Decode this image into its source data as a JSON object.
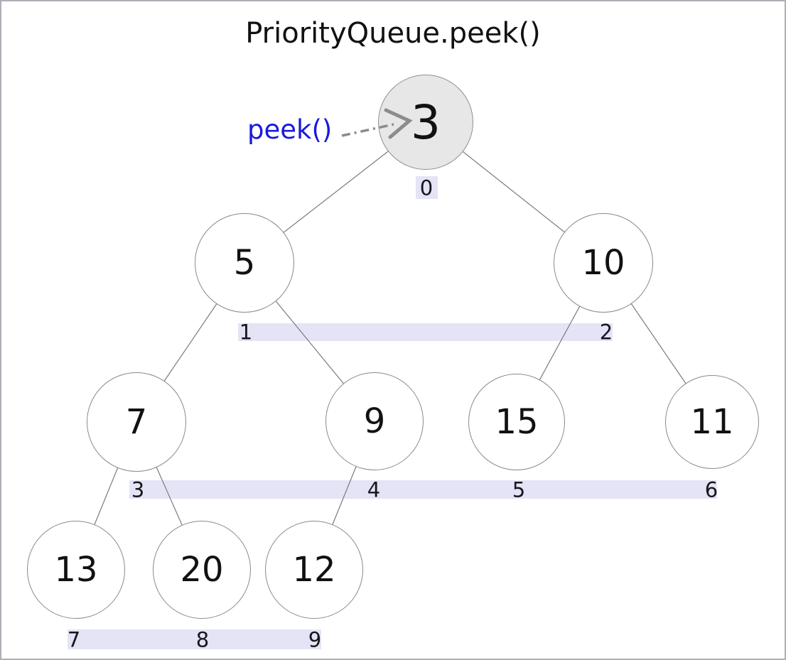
{
  "title": "PriorityQueue.peek()",
  "annotation": {
    "label": "peek()",
    "target_value": "3"
  },
  "heap": {
    "nodes": [
      {
        "value": "3",
        "index": "0",
        "highlighted": true
      },
      {
        "value": "5",
        "index": "1",
        "highlighted": false
      },
      {
        "value": "10",
        "index": "2",
        "highlighted": false
      },
      {
        "value": "7",
        "index": "3",
        "highlighted": false
      },
      {
        "value": "9",
        "index": "4",
        "highlighted": false
      },
      {
        "value": "15",
        "index": "5",
        "highlighted": false
      },
      {
        "value": "11",
        "index": "6",
        "highlighted": false
      },
      {
        "value": "13",
        "index": "7",
        "highlighted": false
      },
      {
        "value": "20",
        "index": "8",
        "highlighted": false
      },
      {
        "value": "12",
        "index": "9",
        "highlighted": false
      }
    ],
    "edges": [
      [
        0,
        1
      ],
      [
        0,
        2
      ],
      [
        1,
        3
      ],
      [
        1,
        4
      ],
      [
        2,
        5
      ],
      [
        2,
        6
      ],
      [
        3,
        7
      ],
      [
        3,
        8
      ],
      [
        4,
        9
      ]
    ]
  },
  "colors": {
    "annotation-blue": "#1a1adc",
    "index-strip": "#e4e4f6",
    "root-fill": "#e7e7e7",
    "edge-gray": "#7a7a7a",
    "node-border": "#8a8a8a",
    "arrow-gray": "#8c8c8c"
  }
}
